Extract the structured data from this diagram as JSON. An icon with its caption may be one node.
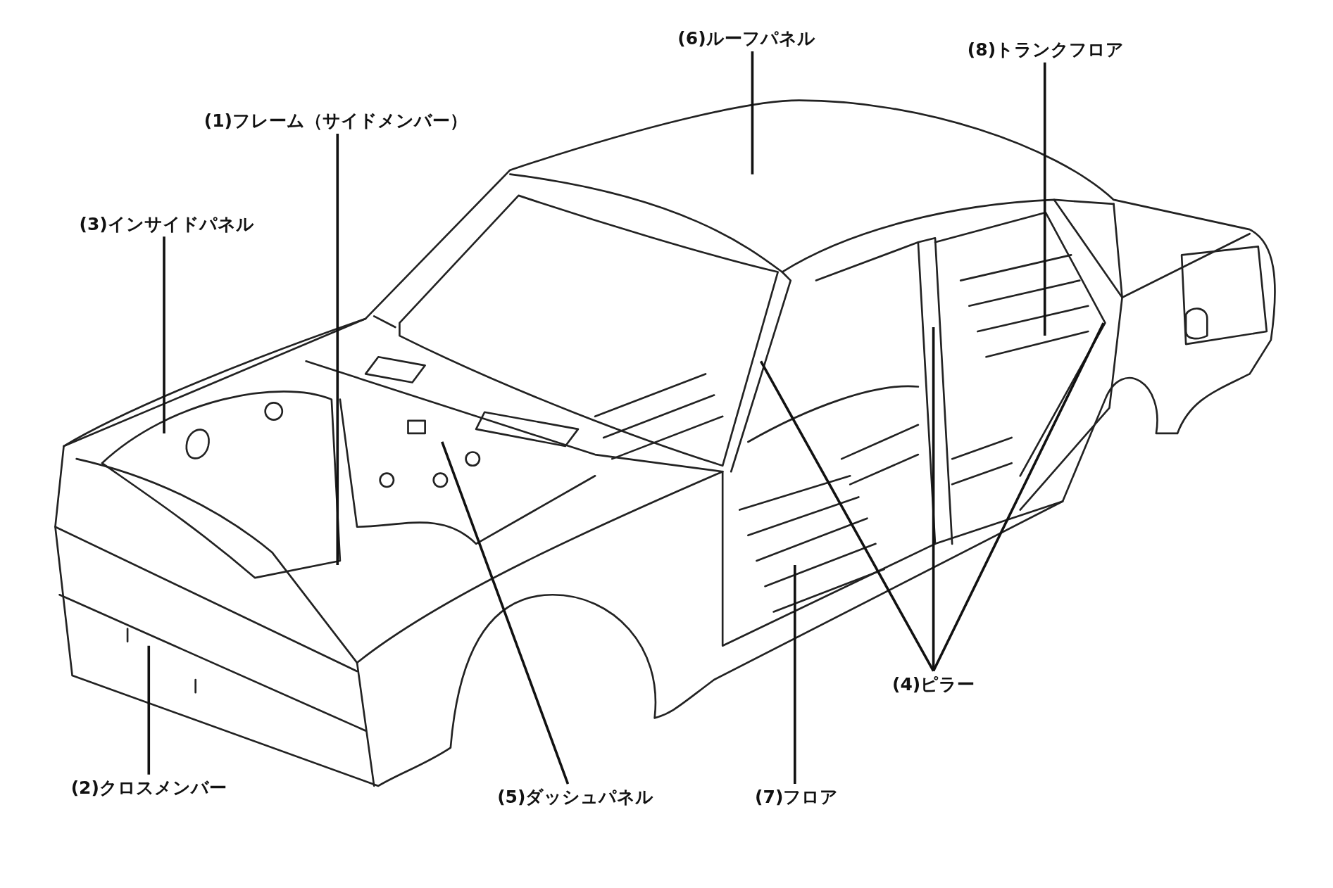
{
  "diagram": {
    "nodes": [
      {
        "text": [
          "(6)ルーフパネル"
        ]
      },
      {
        "text": [
          "(8)トランクフロア"
        ]
      },
      {
        "text": [
          "(1)フレーム（サイドメンバー）"
        ]
      },
      {
        "text": [
          "(3)インサイドパネル"
        ]
      },
      {
        "text": [
          "(4)ピラー"
        ]
      },
      {
        "text": [
          "(2)クロスメンバー"
        ]
      },
      {
        "text": [
          "(5)ダッシュパネル"
        ]
      },
      {
        "text": [
          "(7)フロア"
        ]
      }
    ],
    "edges": [
      {
        "from": 0,
        "to": null,
        "arrow": "none"
      },
      {
        "from": 1,
        "to": null,
        "arrow": "none"
      },
      {
        "from": 2,
        "to": null,
        "arrow": "none"
      },
      {
        "from": 3,
        "to": null,
        "arrow": "none"
      },
      {
        "from": 4,
        "to": null,
        "arrow": "none"
      },
      {
        "from": 4,
        "to": null,
        "arrow": "none"
      },
      {
        "from": 4,
        "to": null,
        "arrow": "none"
      },
      {
        "from": 5,
        "to": null,
        "arrow": "none"
      },
      {
        "from": 6,
        "to": null,
        "arrow": "none"
      },
      {
        "from": 7,
        "to": null,
        "arrow": "none"
      }
    ]
  }
}
